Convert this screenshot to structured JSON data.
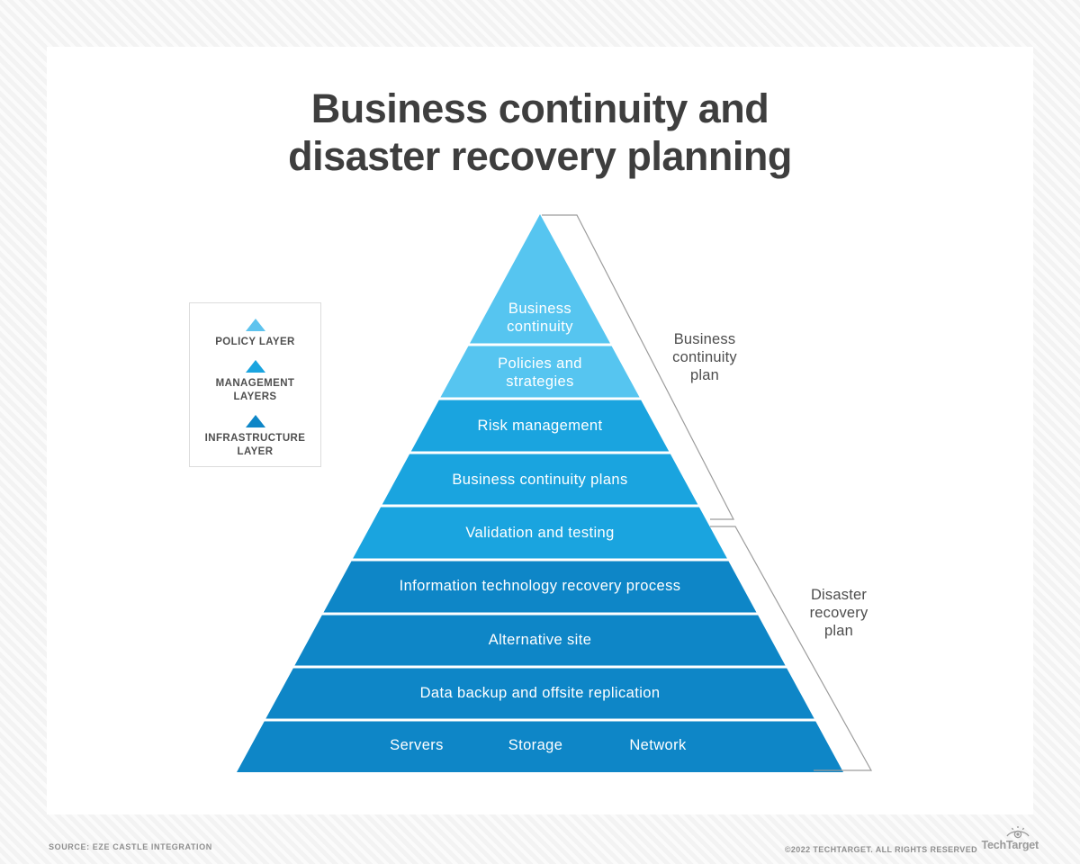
{
  "title": {
    "line1": "Business continuity and",
    "line2": "disaster recovery planning"
  },
  "legend": {
    "items": [
      {
        "icon": "triangle-up-icon",
        "label": "POLICY LAYER",
        "color": "#5ec3ee"
      },
      {
        "icon": "triangle-up-icon",
        "label": "MANAGEMENT LAYERS",
        "color": "#1aa4df"
      },
      {
        "icon": "triangle-up-icon",
        "label": "INFRASTRUCTURE LAYER",
        "color": "#0e86c7"
      }
    ]
  },
  "chart_data": {
    "type": "pyramid",
    "title": "Business continuity and disaster recovery planning",
    "layers": [
      {
        "label": "Business continuity",
        "tier": "policy"
      },
      {
        "label": "Policies and strategies",
        "tier": "policy"
      },
      {
        "label": "Risk management",
        "tier": "management"
      },
      {
        "label": "Business continuity plans",
        "tier": "management"
      },
      {
        "label": "Validation and testing",
        "tier": "management"
      },
      {
        "label": "Information technology recovery process",
        "tier": "infrastructure"
      },
      {
        "label": "Alternative site",
        "tier": "infrastructure"
      },
      {
        "label": "Data backup and offsite replication",
        "tier": "infrastructure"
      },
      {
        "labels": [
          "Servers",
          "Storage",
          "Network"
        ],
        "tier": "infrastructure"
      }
    ],
    "tier_colors": {
      "policy": "#56c5f0",
      "management": "#1aa4df",
      "infrastructure": "#0e86c7"
    },
    "brackets": [
      {
        "label": "Business continuity plan",
        "covers_layers": [
          1,
          5
        ]
      },
      {
        "label": "Disaster recovery plan",
        "covers_layers": [
          6,
          9
        ]
      }
    ]
  },
  "colors": {
    "bracket_line": "#9c9c9c",
    "title_text": "#3e3e3e",
    "divider": "#ffffff"
  },
  "footer": {
    "source": "SOURCE: EZE CASTLE INTEGRATION",
    "copyright": "©2022 TECHTARGET. ALL RIGHTS RESERVED",
    "logo_icon": "eye-icon",
    "logo_text": "TechTarget"
  }
}
